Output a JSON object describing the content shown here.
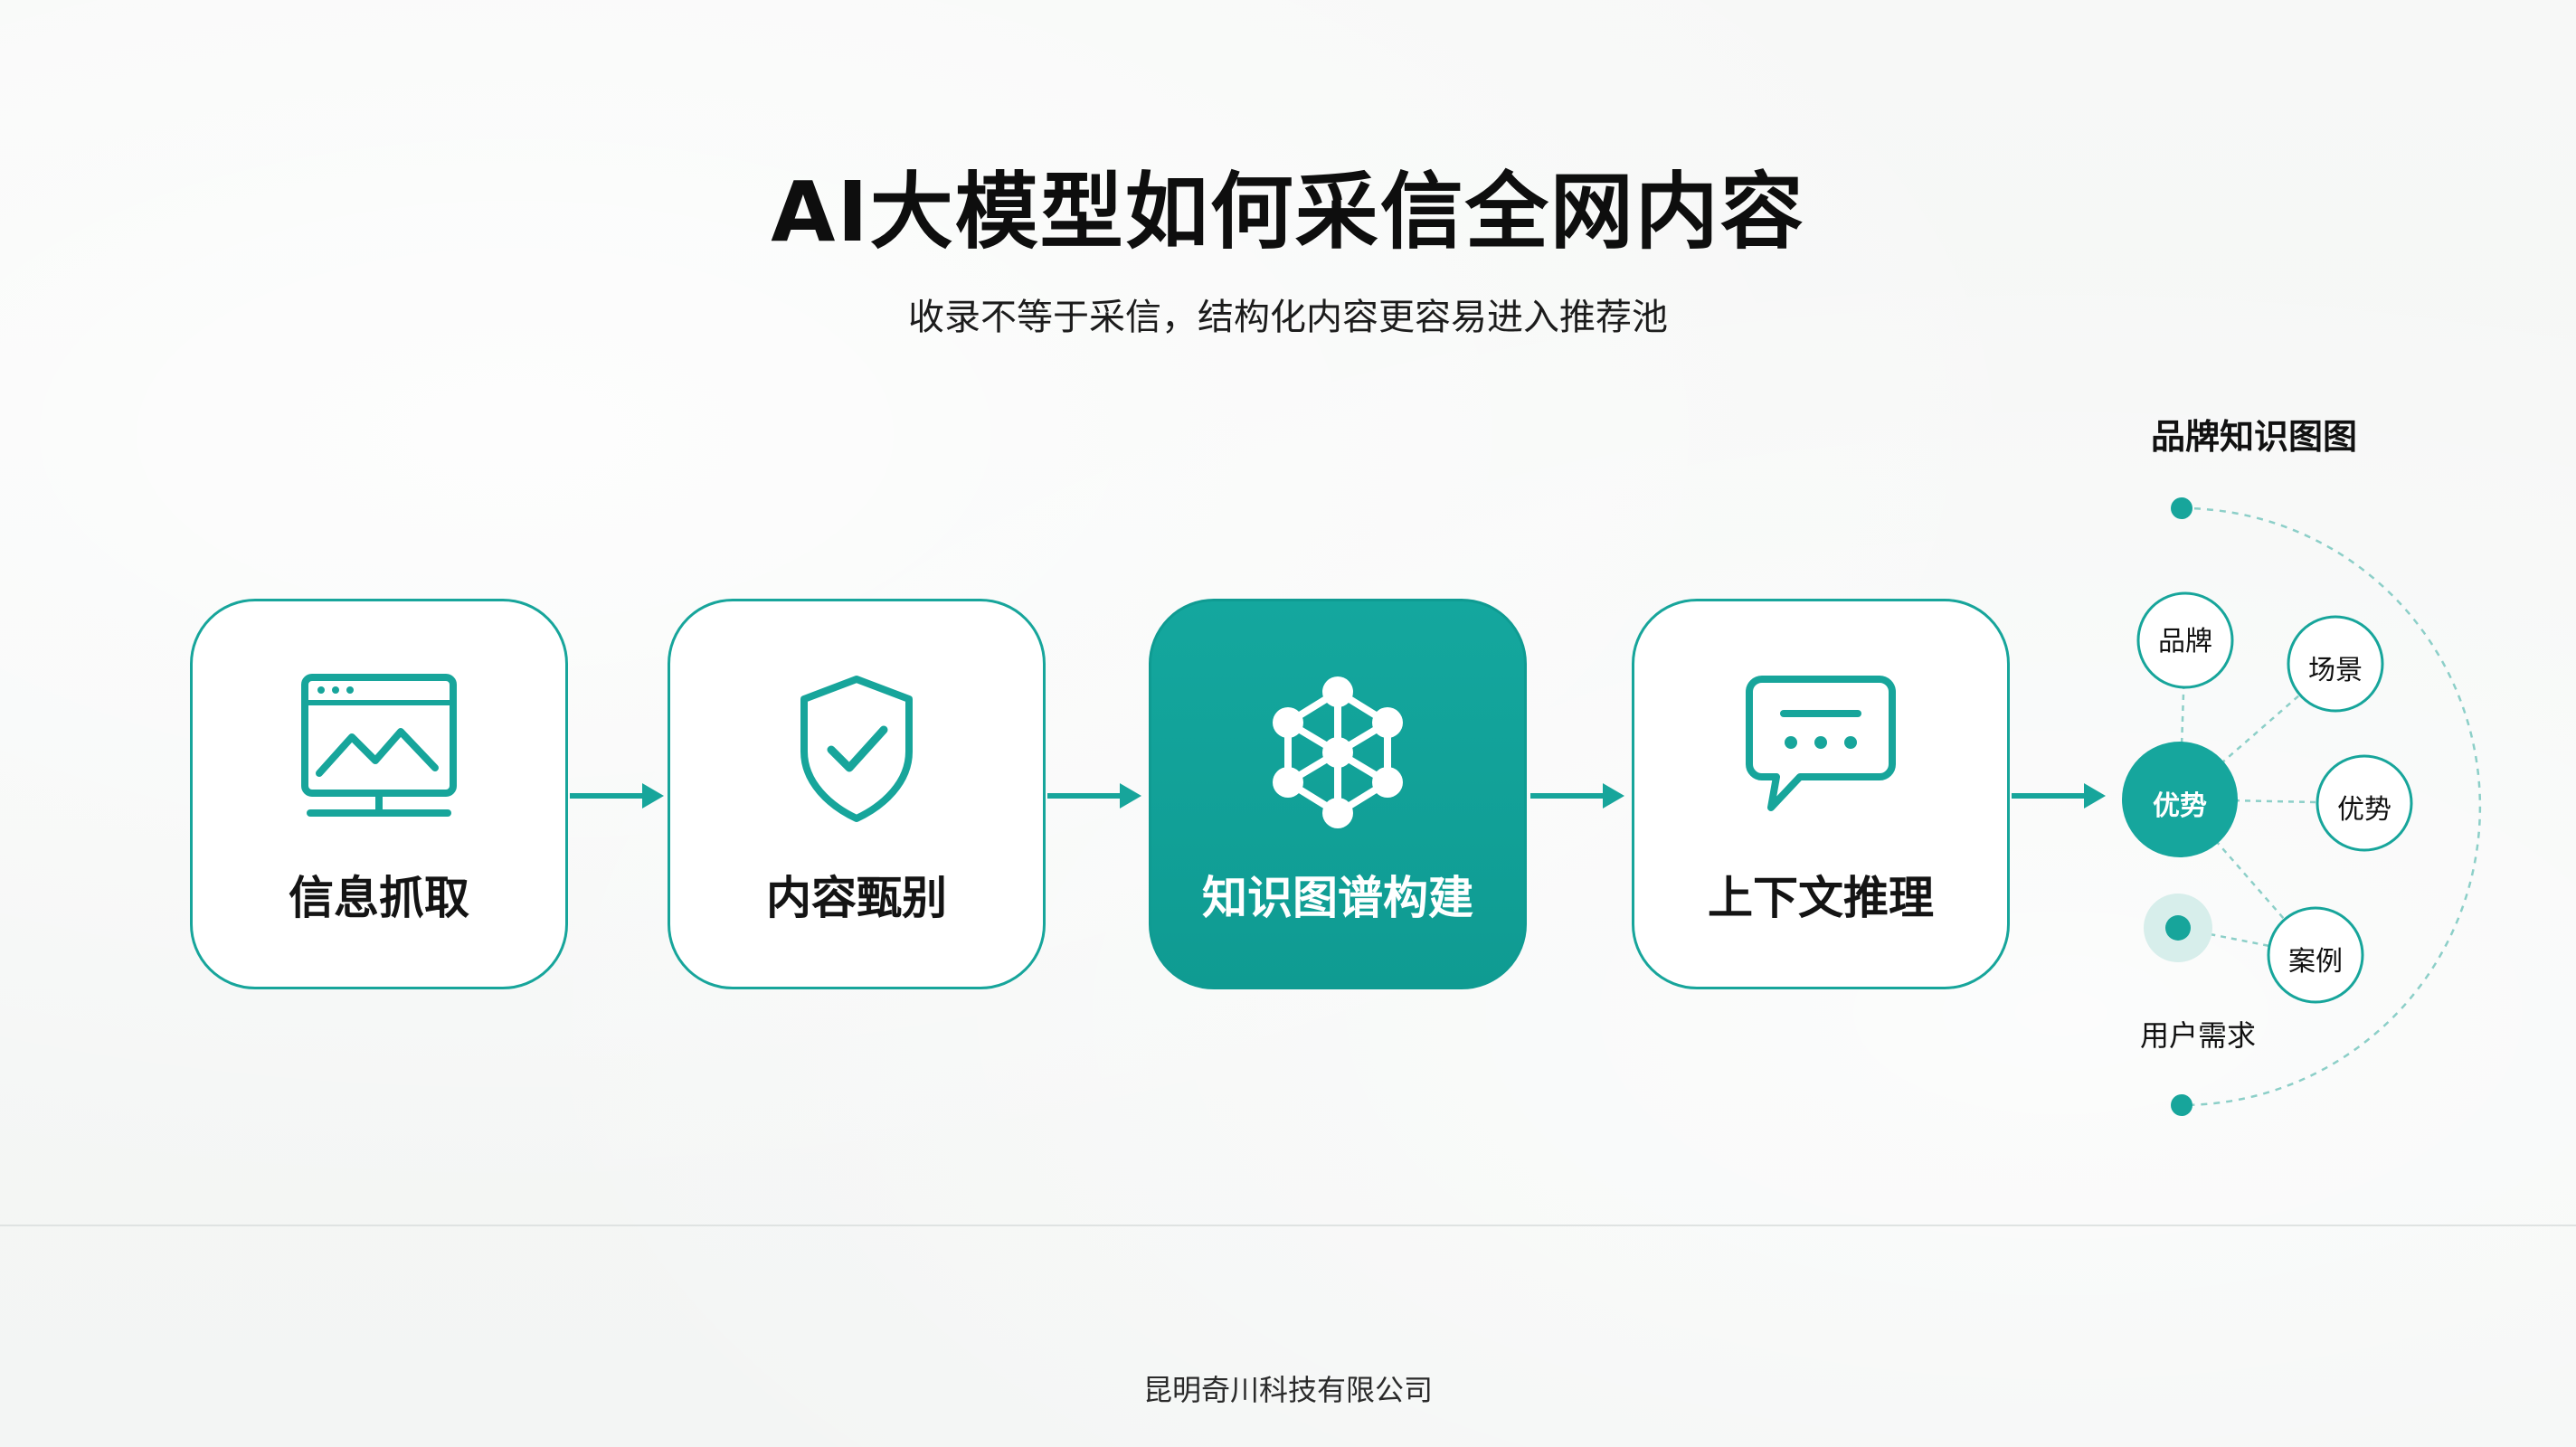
{
  "title": "AI大模型如何采信全网内容",
  "subtitle": "收录不等于采信，结构化内容更容易进入推荐池",
  "accent_color": "#17a59b",
  "steps": [
    {
      "label": "信息抓取",
      "icon": "browser-chart-icon",
      "active": false
    },
    {
      "label": "内容甄别",
      "icon": "shield-check-icon",
      "active": false
    },
    {
      "label": "知识图谱构建",
      "icon": "molecule-network-icon",
      "active": true
    },
    {
      "label": "上下文推理",
      "icon": "chat-bubble-icon",
      "active": false
    }
  ],
  "knowledge_graph": {
    "title": "品牌知识图图",
    "center": "优势",
    "nodes": [
      "品牌",
      "场景",
      "优势",
      "案例"
    ],
    "user_need": "用户需求"
  },
  "footer": "昆明奇川科技有限公司"
}
